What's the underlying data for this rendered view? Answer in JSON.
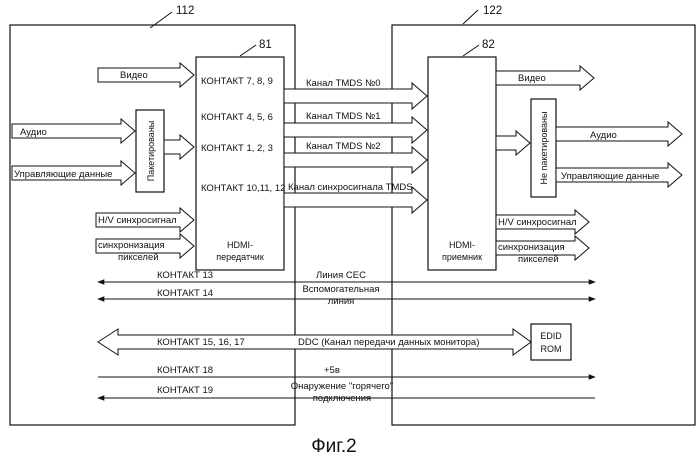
{
  "refs": {
    "source_device": "112",
    "sink_device": "122",
    "transmitter": "81",
    "receiver": "82"
  },
  "transmitter": {
    "pins": [
      "КОНТАКТ 7, 8, 9",
      "КОНТАКТ 4, 5, 6",
      "КОНТАКТ 1, 2, 3",
      "КОНТАКТ 10,11, 12"
    ],
    "name_line1": "HDMI-",
    "name_line2": "передатчик"
  },
  "receiver": {
    "name_line1": "HDMI-",
    "name_line2": "приемник"
  },
  "source_inputs": {
    "video": "Видео",
    "audio": "Аудио",
    "control": "Управляющие данные",
    "packetized": "Пакетированы",
    "hv_sync": "H/V синхросигнал",
    "pixel_sync_line1": "синхронизация",
    "pixel_sync_line2": "пикселей"
  },
  "sink_outputs": {
    "video": "Видео",
    "audio": "Аудио",
    "control": "Управляющие данные",
    "not_packetized": "Не пакетированы",
    "hv_sync": "H/V синхросигнал",
    "pixel_sync_line1": "синхронизация",
    "pixel_sync_line2": "пикселей"
  },
  "channels": [
    "Канал TMDS №0",
    "Канал TMDS №1",
    "Канал TMDS №2",
    "Канал синхросигнала TMDS"
  ],
  "bottom_lines": {
    "pin13": "КОНТАКТ 13",
    "cec": "Линия CEC",
    "pin14": "КОНТАКТ 14",
    "aux_line1": "Вспомогательная",
    "aux_line2": "линия",
    "pin15": "КОНТАКТ 15, 16, 17",
    "ddc": "DDC (Канал передачи данных монитора)",
    "edid_line1": "EDID",
    "edid_line2": "ROM",
    "pin18": "КОНТАКТ 18",
    "plus5v": "+5в",
    "pin19": "КОНТАКТ 19",
    "hpd_line1": "Онаружение \"горячего\"",
    "hpd_line2": "подключения"
  },
  "caption": "Фиг.2"
}
